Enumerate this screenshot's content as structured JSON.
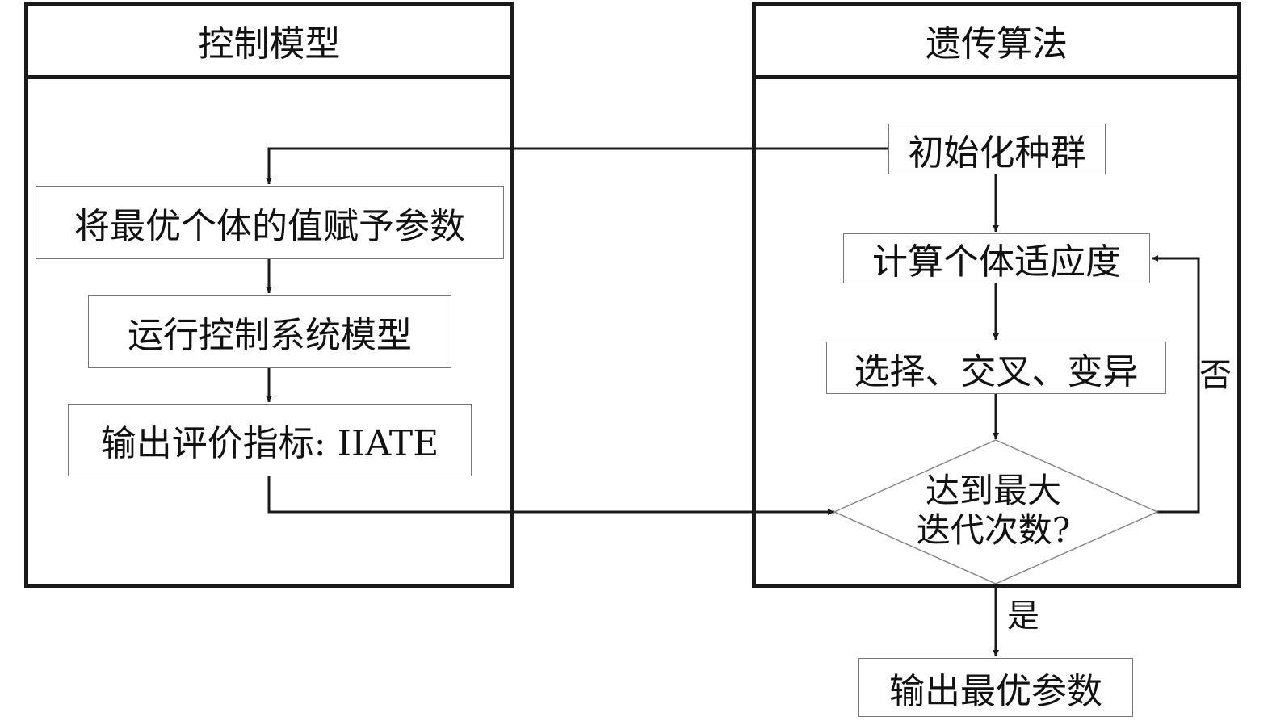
{
  "lanes": {
    "control_model": "控制模型",
    "genetic_algorithm": "遗传算法"
  },
  "steps": {
    "assign_best": "将最优个体的值赋予参数",
    "run_model": "运行控制系统模型",
    "output_metric": "输出评价指标: IIATE",
    "init_population": "初始化种群",
    "calc_fitness": "计算个体适应度",
    "select_cross_mutate": "选择、交叉、变异",
    "max_iter_line1": "达到最大",
    "max_iter_line2": "迭代次数?",
    "output_best": "输出最优参数"
  },
  "branch_labels": {
    "no": "否",
    "yes": "是"
  }
}
